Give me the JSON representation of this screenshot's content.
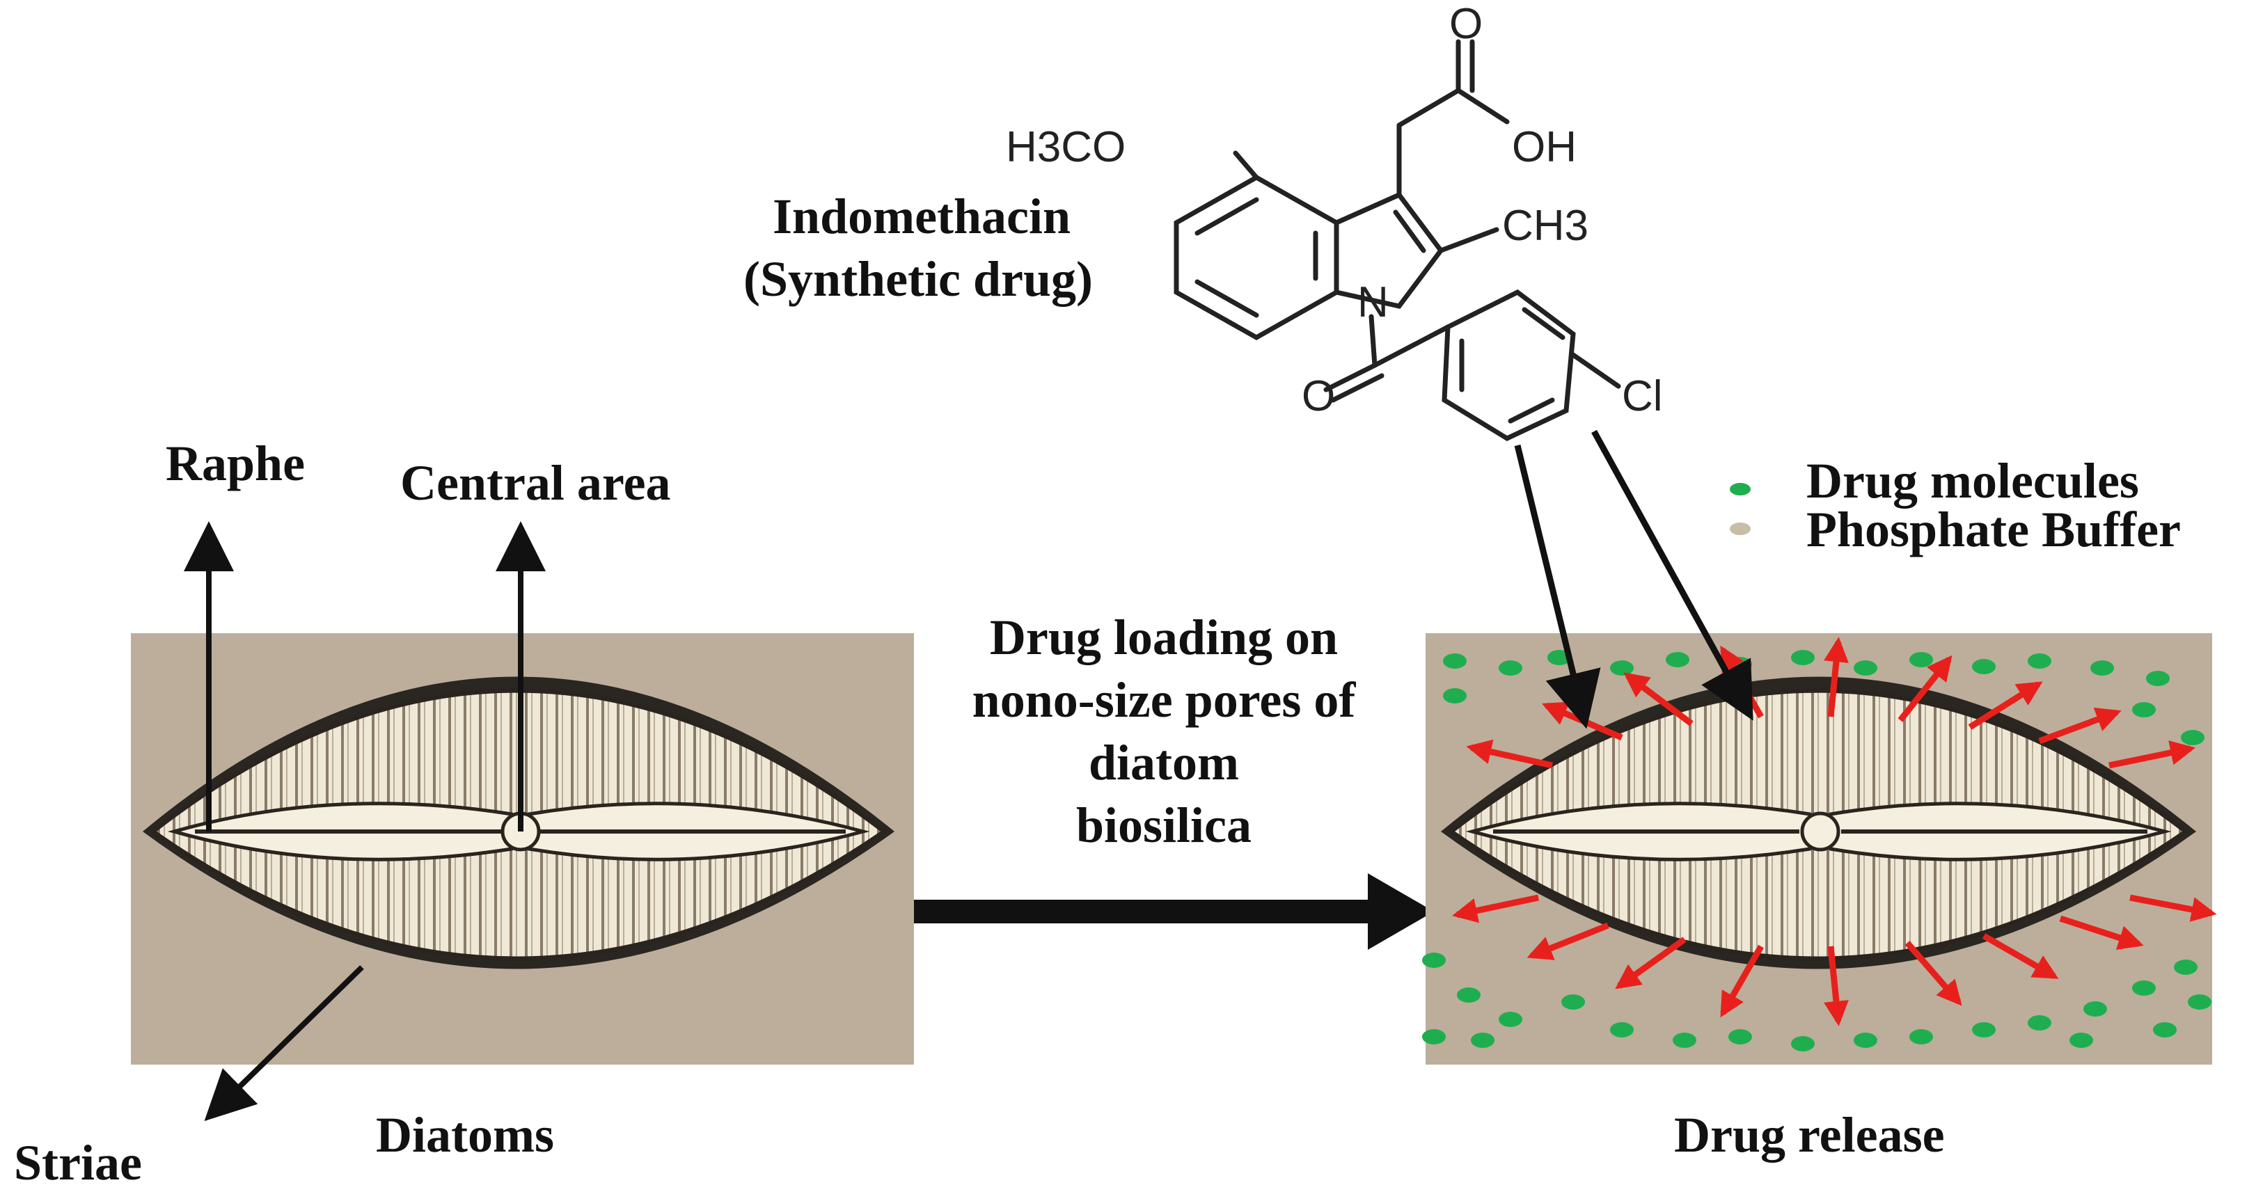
{
  "labels": {
    "raphe": "Raphe",
    "central_area": "Central area",
    "striae": "Striae",
    "diatoms": "Diatoms",
    "drug_release": "Drug release",
    "process_lines": [
      "Drug loading on",
      "nono-size pores of",
      "diatom",
      "biosilica"
    ],
    "drug_name": "Indomethacin",
    "drug_type": "(Synthetic drug)"
  },
  "legend": [
    {
      "label": "Drug molecules",
      "color": "#1fae4f"
    },
    {
      "label": "Phosphate Buffer",
      "color": "#c8bda6"
    }
  ],
  "chem_labels": {
    "methoxy": "H3CO",
    "carbonyl_o": "O",
    "hydroxyl": "OH",
    "methyl": "CH3",
    "nitrogen": "N",
    "amide_o": "O",
    "chlorine": "Cl"
  },
  "colors": {
    "panel_background": "#bcae9b",
    "diatom_shell": "#efe8d6",
    "release_arrow": "#e8201c",
    "drug_molecule": "#1fae4f"
  },
  "icons": {
    "left_panel": "diatom-frustule-icon",
    "right_panel": "diatom-drug-release-icon"
  }
}
